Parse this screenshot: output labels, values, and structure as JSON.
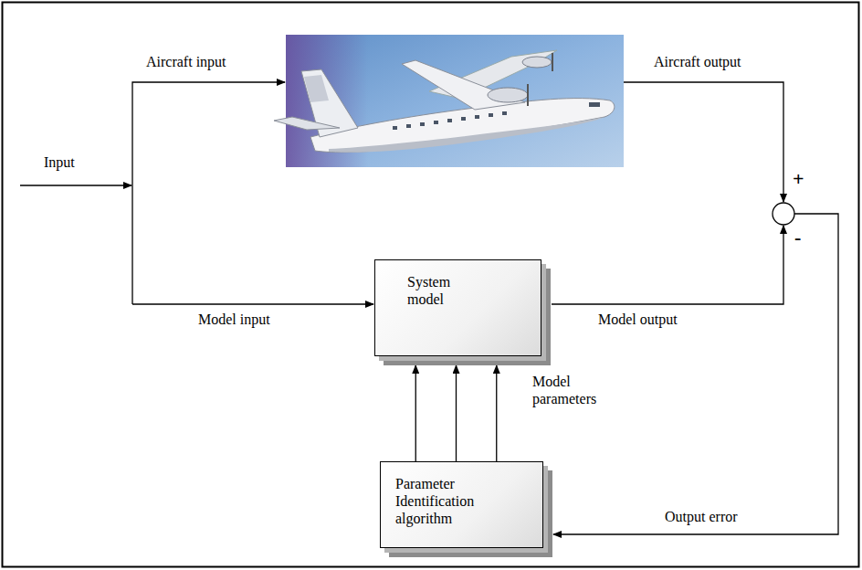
{
  "diagram": {
    "nodes": [
      {
        "text": [
          "System model"
        ]
      },
      {
        "text": [
          "Parameter Identification algorithm"
        ]
      }
    ],
    "edges": [
      {
        "from": 1,
        "to": 0,
        "arrow": "to"
      },
      {
        "from": 1,
        "to": 0,
        "arrow": "to"
      },
      {
        "from": 1,
        "to": 0,
        "arrow": "to"
      }
    ],
    "labels": [
      "Input",
      "Aircraft input",
      "Aircraft output",
      "+",
      "-",
      "Model input",
      "Model output",
      "Model parameters",
      "Output error"
    ]
  }
}
